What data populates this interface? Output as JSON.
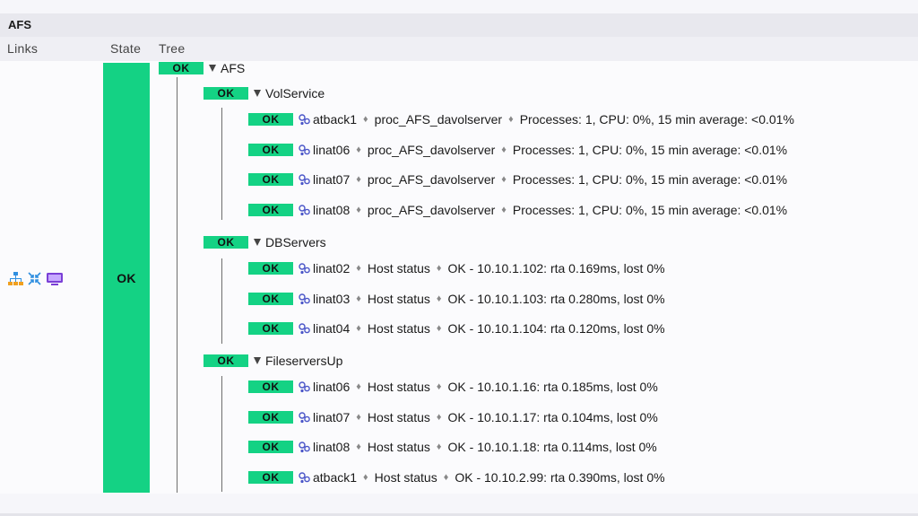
{
  "panel": {
    "title": "AFS"
  },
  "columns": {
    "links": "Links",
    "state": "State",
    "tree": "Tree"
  },
  "state": "OK",
  "links": [
    "hierarchy-icon",
    "collapse-icon",
    "monitor-icon"
  ],
  "colors": {
    "ok": "#14d284"
  },
  "root": {
    "status": "OK",
    "label": "AFS"
  },
  "groups": [
    {
      "status": "OK",
      "label": "VolService",
      "children": [
        {
          "status": "OK",
          "host": "atback1",
          "service": "proc_AFS_davolserver",
          "output": "Processes: 1, CPU: 0%, 15 min average: <0.01%"
        },
        {
          "status": "OK",
          "host": "linat06",
          "service": "proc_AFS_davolserver",
          "output": "Processes: 1, CPU: 0%, 15 min average: <0.01%"
        },
        {
          "status": "OK",
          "host": "linat07",
          "service": "proc_AFS_davolserver",
          "output": "Processes: 1, CPU: 0%, 15 min average: <0.01%"
        },
        {
          "status": "OK",
          "host": "linat08",
          "service": "proc_AFS_davolserver",
          "output": "Processes: 1, CPU: 0%, 15 min average: <0.01%"
        }
      ]
    },
    {
      "status": "OK",
      "label": "DBServers",
      "children": [
        {
          "status": "OK",
          "host": "linat02",
          "service": "Host status",
          "output": "OK - 10.10.1.102: rta 0.169ms, lost 0%"
        },
        {
          "status": "OK",
          "host": "linat03",
          "service": "Host status",
          "output": "OK - 10.10.1.103: rta 0.280ms, lost 0%"
        },
        {
          "status": "OK",
          "host": "linat04",
          "service": "Host status",
          "output": "OK - 10.10.1.104: rta 0.120ms, lost 0%"
        }
      ]
    },
    {
      "status": "OK",
      "label": "FileserversUp",
      "children": [
        {
          "status": "OK",
          "host": "linat06",
          "service": "Host status",
          "output": "OK - 10.10.1.16: rta 0.185ms, lost 0%"
        },
        {
          "status": "OK",
          "host": "linat07",
          "service": "Host status",
          "output": "OK - 10.10.1.17: rta 0.104ms, lost 0%"
        },
        {
          "status": "OK",
          "host": "linat08",
          "service": "Host status",
          "output": "OK - 10.10.1.18: rta 0.114ms, lost 0%"
        },
        {
          "status": "OK",
          "host": "atback1",
          "service": "Host status",
          "output": "OK - 10.10.2.99: rta 0.390ms, lost 0%"
        }
      ]
    }
  ]
}
